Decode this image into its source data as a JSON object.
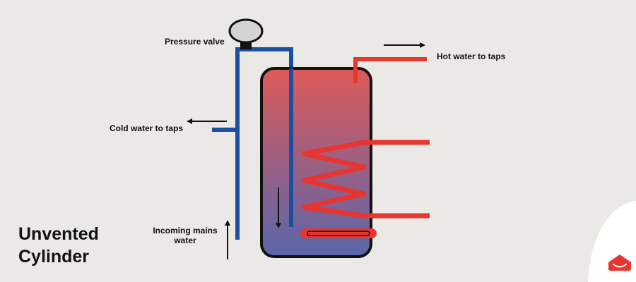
{
  "title": {
    "line1": "Unvented",
    "line2": "Cylinder"
  },
  "labels": {
    "pressure_valve": "Pressure valve",
    "hot_water": "Hot water to taps",
    "cold_water": "Cold water to taps",
    "incoming_mains_line1": "Incoming mains",
    "incoming_mains_line2": "water"
  },
  "colors": {
    "background": "#ebe9e6",
    "hot_pipe": "#e8352f",
    "cold_pipe": "#1d4fa0",
    "tank_top": "#de5a58",
    "tank_bottom": "#5a66ab",
    "outline": "#111111",
    "brand": "#e8352f"
  },
  "icons": {
    "logo": "house-smile-icon",
    "valve": "pressure-valve-icon"
  }
}
